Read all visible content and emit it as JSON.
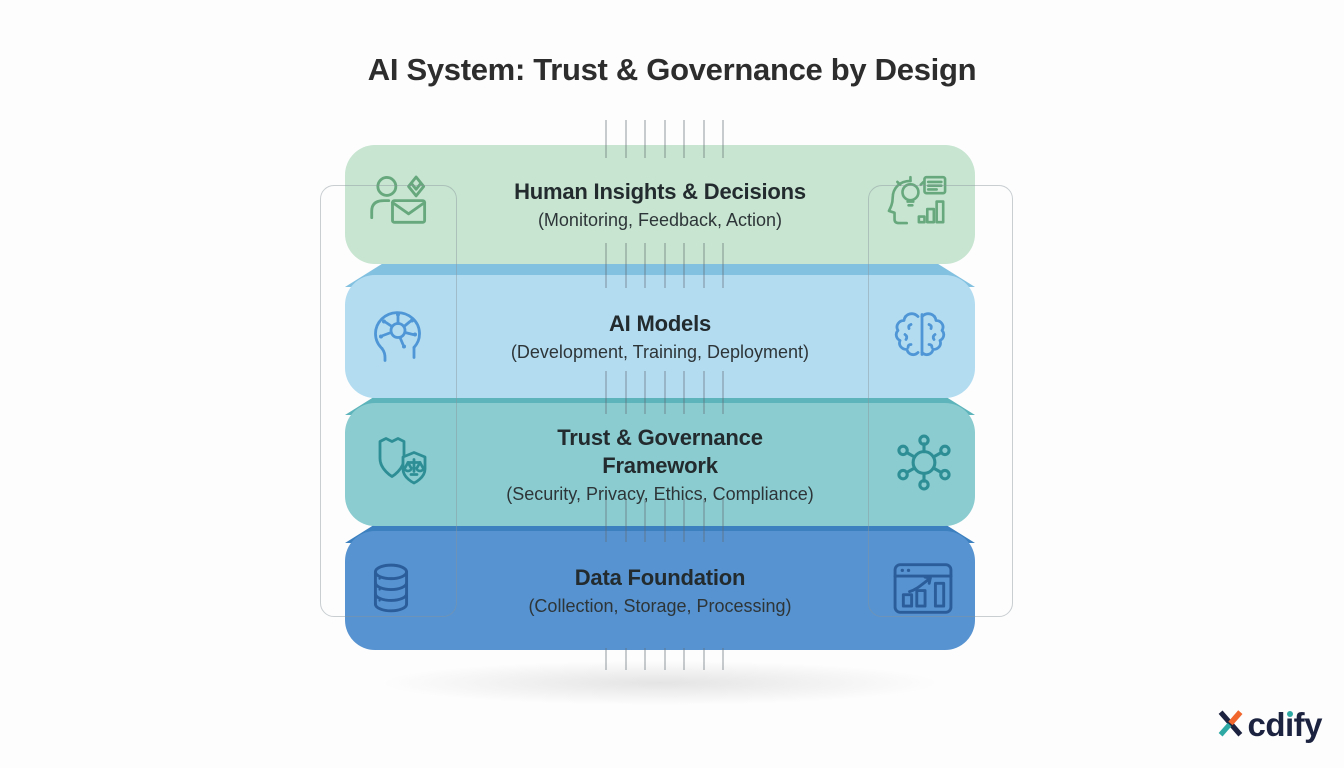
{
  "title": "AI System: Trust & Governance by Design",
  "layers": [
    {
      "title": "Human Insights & Decisions",
      "subtitle": "(Monitoring, Feedback, Action)",
      "body_color": "#c7e5d1",
      "band_color": null,
      "icon_left": "user-message-icon",
      "icon_right": "head-bulb-chart-icon"
    },
    {
      "title": "AI Models",
      "subtitle": "(Development, Training, Deployment)",
      "body_color": "#b3dcf1",
      "band_color": "#83c1e0",
      "icon_left": "head-network-icon",
      "icon_right": "brain-icon"
    },
    {
      "title": "Trust & Governance Framework",
      "title_line1": "Trust & Governance",
      "title_line2": "Framework",
      "subtitle": "(Security, Privacy, Ethics, Compliance)",
      "body_color": "#8accd0",
      "band_color": "#5db4ba",
      "icon_left": "shield-scales-icon",
      "icon_right": "network-hub-icon"
    },
    {
      "title": "Data Foundation",
      "subtitle": "(Collection, Storage, Processing)",
      "body_color": "#5793d0",
      "band_color": "#3c80c0",
      "icon_left": "database-icon",
      "icon_right": "chart-window-icon"
    }
  ],
  "logo": {
    "brand": "Xcdify",
    "part_cd": "cd",
    "i_base": "ı",
    "part_fy": "fy",
    "colors": {
      "orange": "#f0662d",
      "teal": "#2fa9a4",
      "navy": "#1c2340"
    }
  },
  "colors": {
    "background": "#fdfdfd",
    "title_text": "#2d2d2d",
    "layer_human_body": "#c7e5d1",
    "layer_models_body": "#b3dcf1",
    "layer_models_band": "#83c1e0",
    "layer_governance_body": "#8accd0",
    "layer_governance_band": "#5db4ba",
    "layer_data_body": "#5793d0",
    "layer_data_band": "#3c80c0",
    "icon_stroke_green": "#67a87d",
    "icon_stroke_blue": "#4e96d6",
    "icon_stroke_teal": "#2e8e95",
    "icon_stroke_navy": "#2b5d9a"
  }
}
